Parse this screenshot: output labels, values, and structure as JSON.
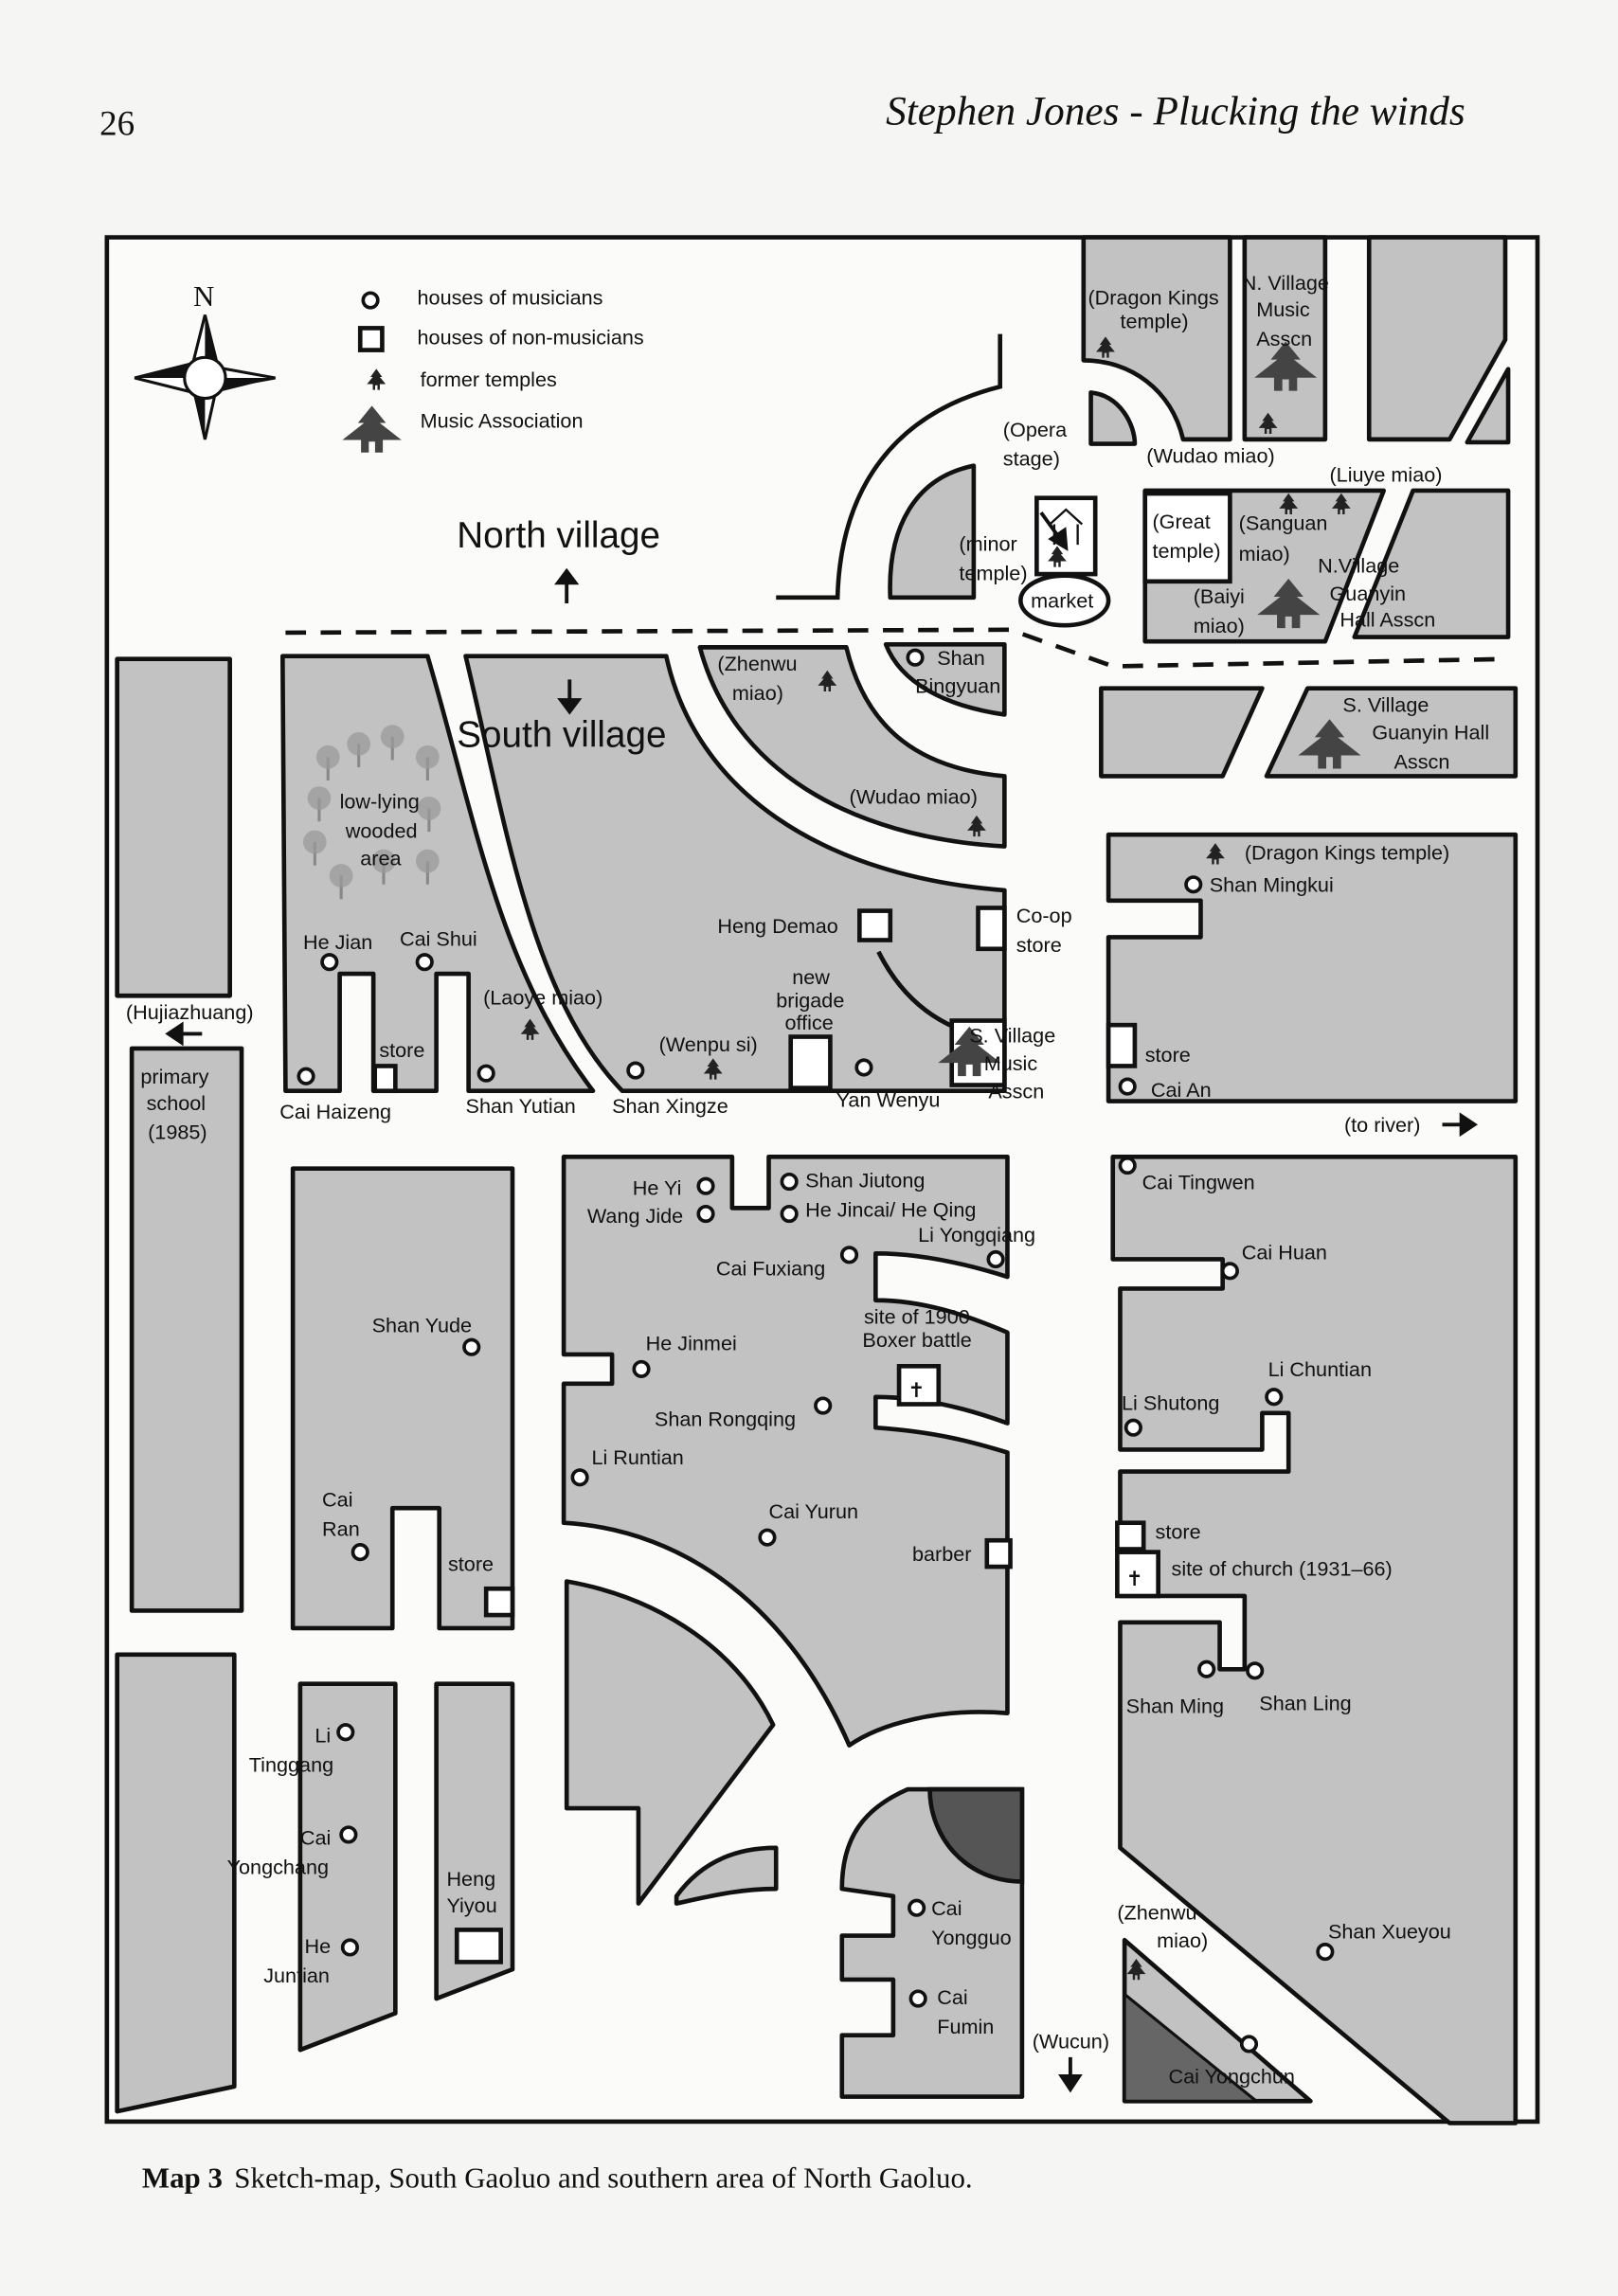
{
  "page": {
    "number": "26",
    "running_head": "Stephen Jones - Plucking the winds",
    "caption_label": "Map 3",
    "caption_text": "Sketch-map, South Gaoluo and southern area of North Gaoluo."
  },
  "colors": {
    "block": "#c2c2c2",
    "pond": "#555555",
    "ink": "#111111"
  },
  "map": {
    "compass_north": "N",
    "legend": [
      {
        "icon": "circle-house-icon",
        "label": "houses of musicians"
      },
      {
        "icon": "square-house-icon",
        "label": "houses of non-musicians"
      },
      {
        "icon": "temple-icon",
        "label": "former temples"
      },
      {
        "icon": "music-association-icon",
        "label": "Music Association"
      }
    ],
    "north_village": "North village",
    "south_village": "South village",
    "labels": [
      "(Opera",
      "stage)",
      "(Dragon Kings",
      "temple)",
      "N. Village",
      "Music",
      "Asscn",
      "(Wudao miao)",
      "(Liuye miao)",
      "(Great",
      "temple)",
      "(Sanguan",
      "miao)",
      "(minor",
      "temple)",
      "market",
      "(Baiyi",
      "miao)",
      "N.Village",
      "Guanyin",
      "Hall Asscn",
      "(Zhenwu",
      "miao)",
      "Shan",
      "Bingyuan",
      "S. Village",
      "Guanyin Hall",
      "Asscn",
      "(Wudao miao)",
      "(Dragon Kings temple)",
      "Shan Mingkui",
      "low-lying",
      "wooded",
      "area",
      "Heng Demao",
      "Co-op",
      "store",
      "He Jian",
      "Cai Shui",
      "(Hujiazhuang)",
      "(Laoye miao)",
      "new",
      "brigade",
      "office",
      "(Wenpu si)",
      "S. Village",
      "Music",
      "Asscn",
      "store",
      "store",
      "primary",
      "school",
      "(1985)",
      "Cai Haizeng",
      "Shan Yutian",
      "Shan Xingze",
      "Yan Wenyu",
      "Cai An",
      "(to river)",
      "He Yi",
      "Wang Jide",
      "Shan Jiutong",
      "He Jincai/ He Qing",
      "Li Yongqiang",
      "Cai Fuxiang",
      "Cai Tingwen",
      "Cai Huan",
      "Shan Yude",
      "He Jinmei",
      "site of 1900",
      "Boxer battle",
      "Li Chuntian",
      "Li Shutong",
      "Shan Rongqing",
      "Li Runtian",
      "Cai",
      "Ran",
      "Cai Yurun",
      "barber",
      "store",
      "store",
      "site of church (1931–66)",
      "Shan Ming",
      "Shan Ling",
      "Li",
      "Tinggang",
      "Cai",
      "Yongchang",
      "Heng",
      "Yiyou",
      "He",
      "Juntian",
      "Cai",
      "Yongguo",
      "Cai",
      "Fumin",
      "(Zhenwu",
      "miao)",
      "Shan Xueyou",
      "(Wucun)",
      "Cai Yongchun"
    ]
  }
}
